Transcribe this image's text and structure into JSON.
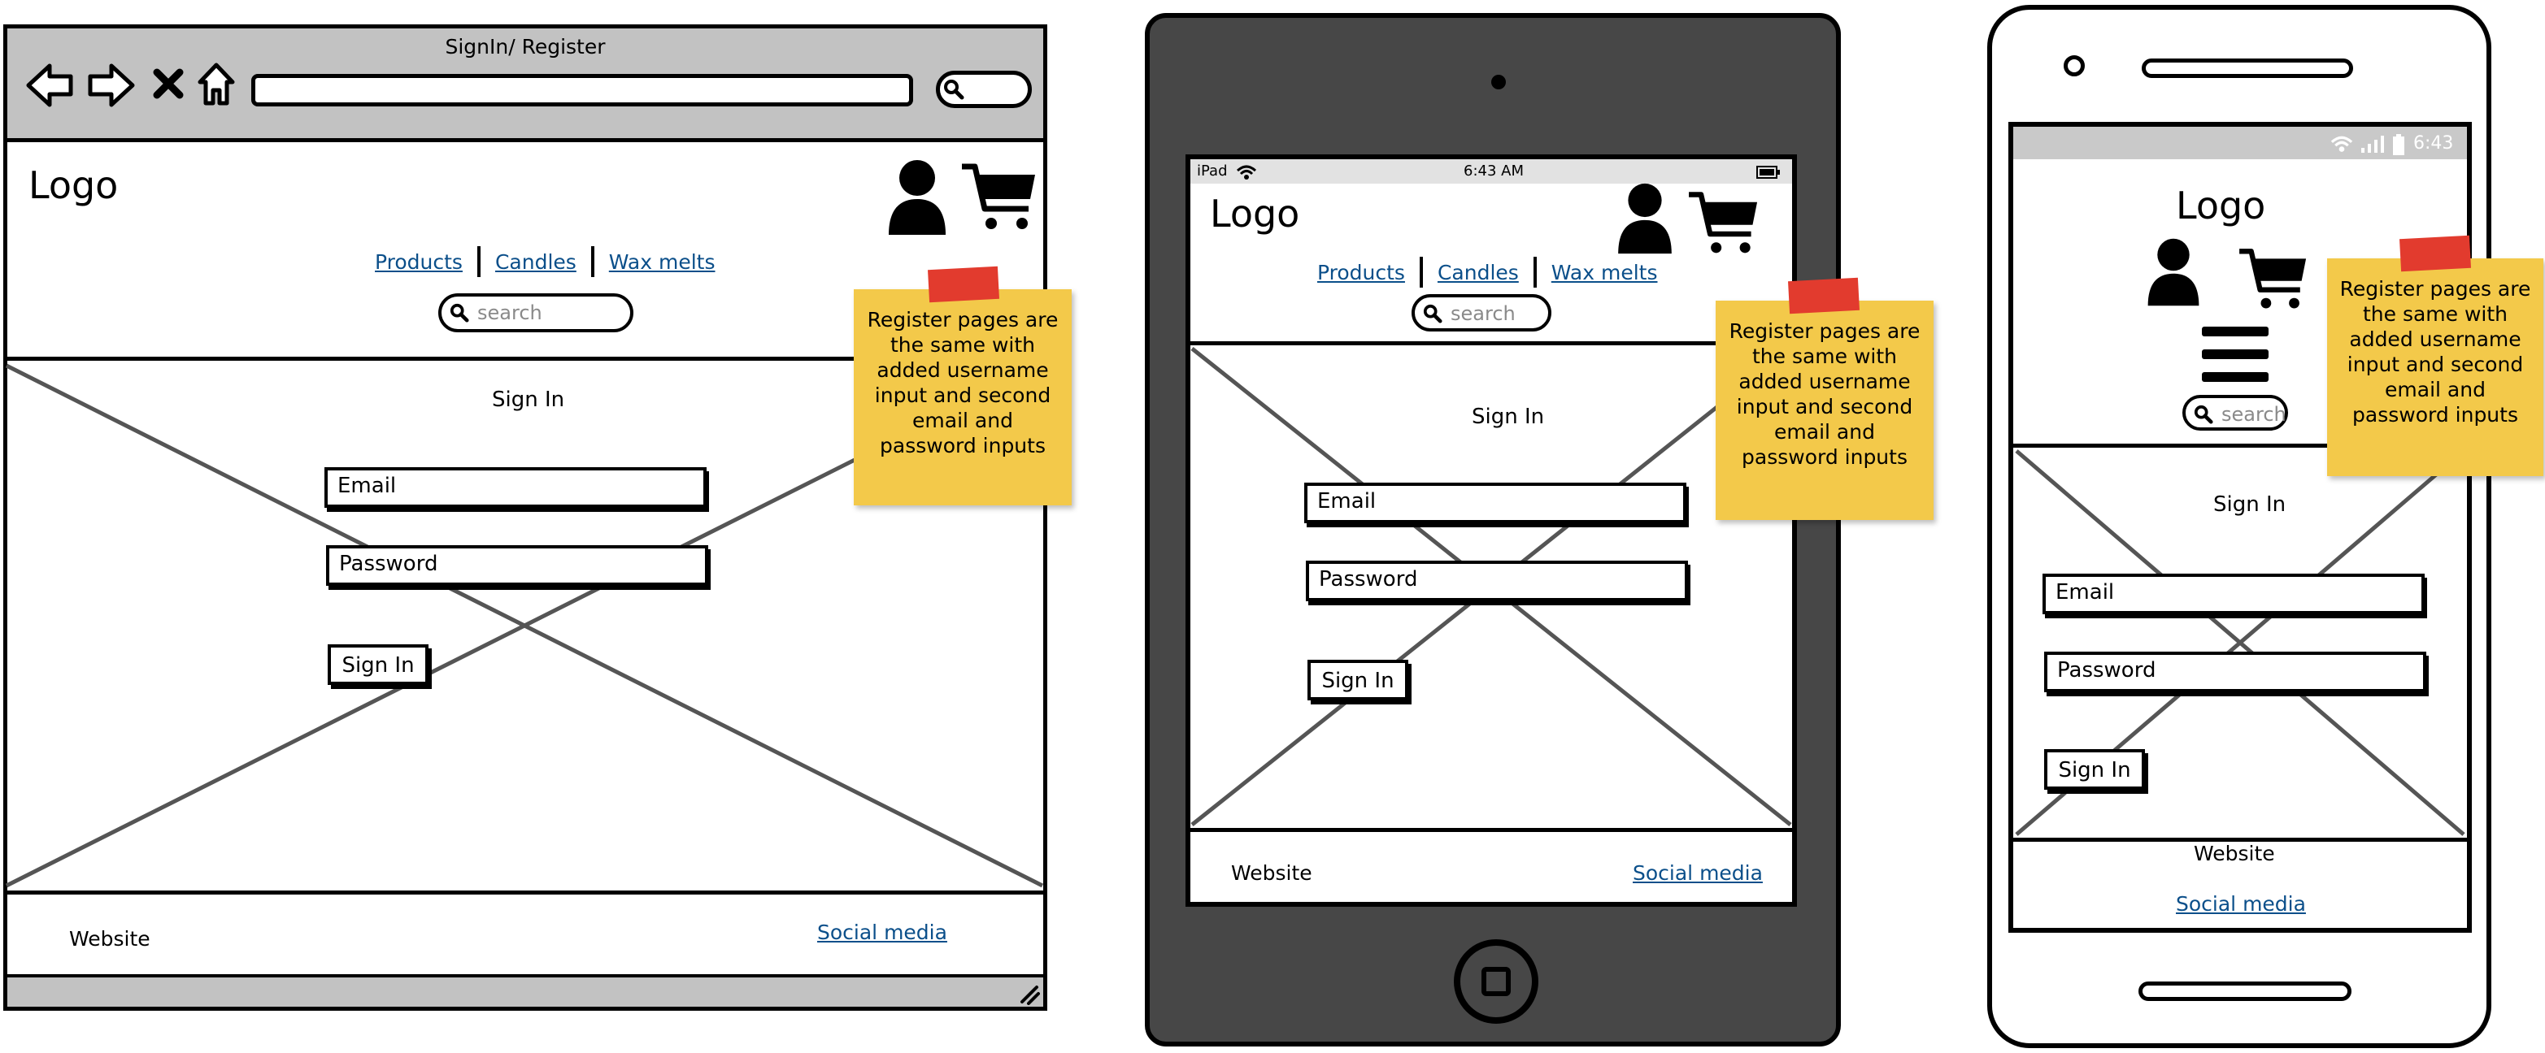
{
  "colors": {
    "link": "#0b4f8a",
    "sticky_note": "#f3c94a",
    "tape": "#e23b2e",
    "browser_chrome": "#c2c2c2",
    "tablet_body": "#474747",
    "placeholder_x": "#555555"
  },
  "desktop": {
    "window_title": "SignIn/ Register",
    "logo": "Logo",
    "nav": [
      "Products",
      "Candles",
      "Wax melts"
    ],
    "search_placeholder": "search",
    "form_title": "Sign In",
    "email_label": "Email",
    "password_label": "Password",
    "button": "Sign In",
    "footer_left": "Website",
    "footer_link": "Social media",
    "note": "Register pages are the same with added username input and second email and password inputs"
  },
  "tablet": {
    "status_device": "iPad",
    "status_time": "6:43 AM",
    "logo": "Logo",
    "nav": [
      "Products",
      "Candles",
      "Wax melts"
    ],
    "search_placeholder": "search",
    "form_title": "Sign In",
    "email_label": "Email",
    "password_label": "Password",
    "button": "Sign In",
    "footer_left": "Website",
    "footer_link": "Social media",
    "note": "Register pages are the same with added username input and second email and password inputs"
  },
  "phone": {
    "status_time": "6:43",
    "logo": "Logo",
    "search_placeholder": "search",
    "form_title": "Sign In",
    "email_label": "Email",
    "password_label": "Password",
    "button": "Sign In",
    "footer_left": "Website",
    "footer_link": "Social media",
    "note": "Register pages are the same with added username input and second email and password inputs"
  },
  "icons": [
    "back-arrow-icon",
    "forward-arrow-icon",
    "close-x-icon",
    "home-icon",
    "search-icon",
    "user-icon",
    "cart-icon",
    "hamburger-menu-icon",
    "wifi-icon",
    "battery-icon",
    "signal-icon",
    "resize-grip-icon"
  ]
}
